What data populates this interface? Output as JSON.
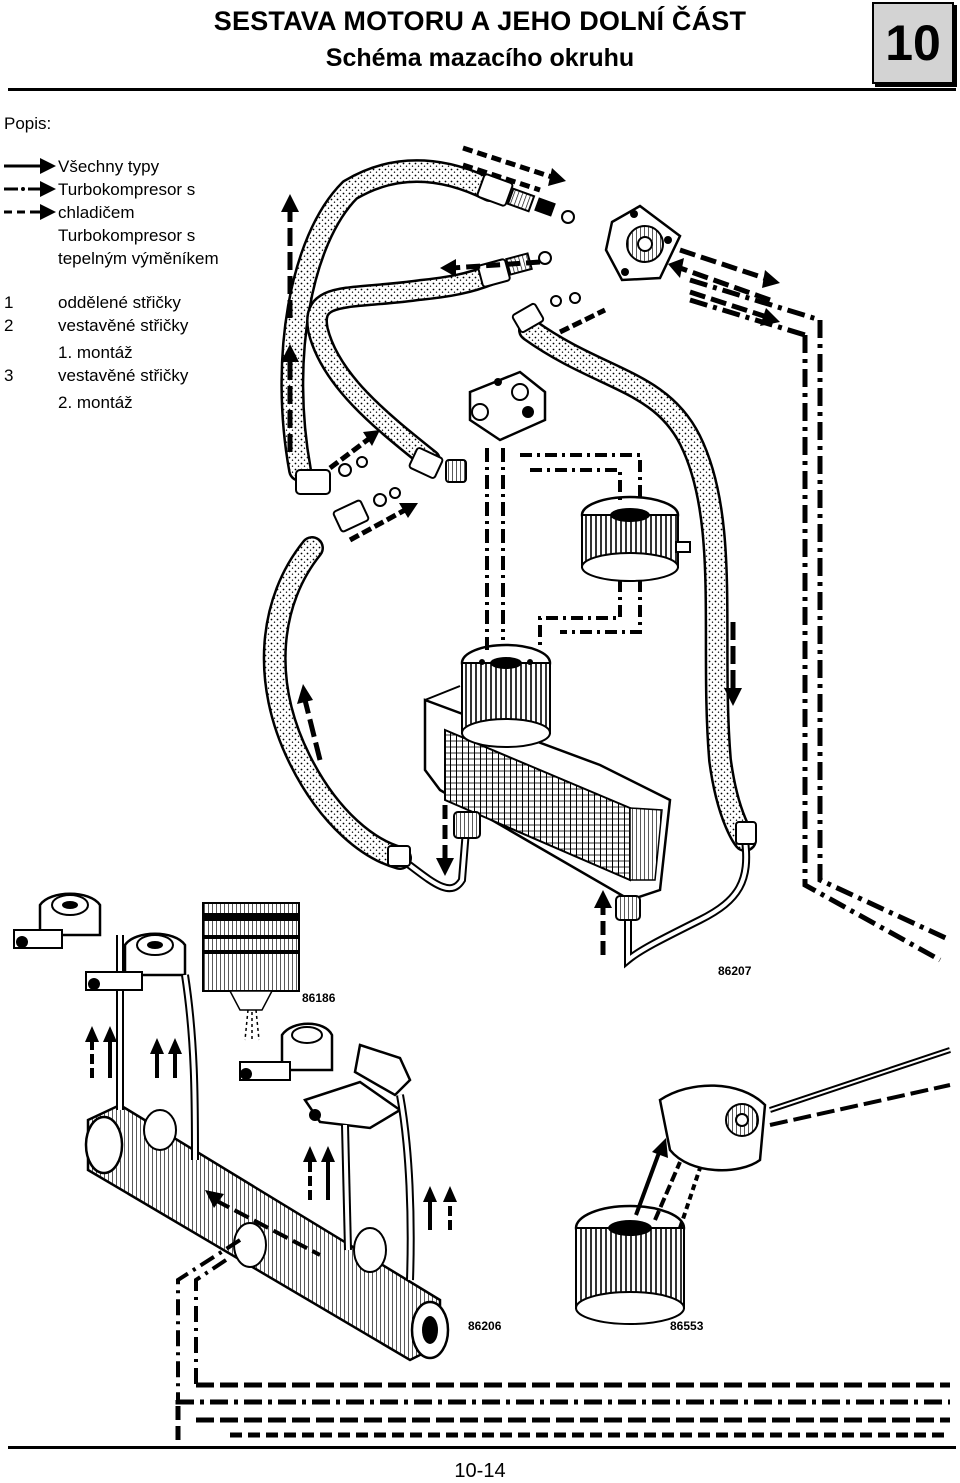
{
  "header": {
    "title": "SESTAVA MOTORU A JEHO DOLNÍ ČÁST",
    "subtitle": "Schéma mazacího okruhu",
    "chapter": "10"
  },
  "legend": {
    "heading": "Popis:",
    "items": [
      {
        "line_style": "solid",
        "text": "Všechny typy"
      },
      {
        "line_style": "dash-dot",
        "text": "Turbokompresor s chladičem"
      },
      {
        "line_style": "dashed",
        "text": "Turbokompresor s tepelným výměníkem"
      }
    ],
    "text_lines": [
      "Všechny typy",
      "Turbokompresor s",
      "chladičem",
      "Turbokompresor s",
      "tepelným výměníkem"
    ]
  },
  "numbered": [
    {
      "number": "1",
      "text": "oddělené střičky"
    },
    {
      "number": "2",
      "text": "vestavěné střičky"
    },
    {
      "number": "",
      "text": "1. montáž"
    },
    {
      "number": "3",
      "text": "vestavěné střičky"
    },
    {
      "number": "",
      "text": "2. montáž"
    }
  ],
  "figure_refs": [
    "86207",
    "86186",
    "86206",
    "86553"
  ],
  "page_number": "10-14"
}
